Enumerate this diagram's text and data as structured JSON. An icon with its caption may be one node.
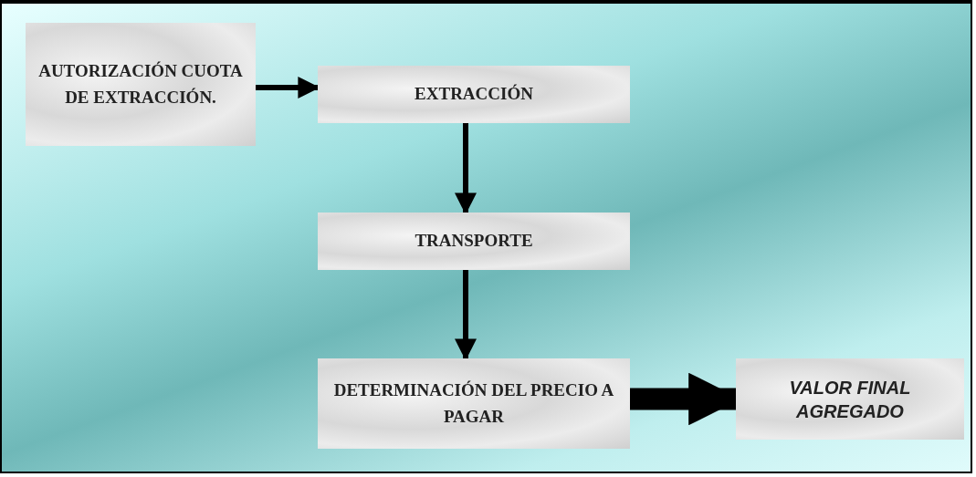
{
  "diagram": {
    "nodes": [
      {
        "text": [
          "AUTORIZACIÓN CUOTA DE EXTRACCIÓN."
        ]
      },
      {
        "text": [
          "EXTRACCIÓN"
        ]
      },
      {
        "text": [
          "TRANSPORTE"
        ]
      },
      {
        "text": [
          "DETERMINACIÓN DEL PRECIO A PAGAR"
        ]
      },
      {
        "text": [
          "VALOR FINAL AGREGADO"
        ]
      }
    ],
    "edges": [
      {
        "from": 0,
        "to": 1,
        "arrow": "to"
      },
      {
        "from": 1,
        "to": 2,
        "arrow": "to"
      },
      {
        "from": 2,
        "to": 3,
        "arrow": "to"
      },
      {
        "from": 3,
        "to": 4,
        "arrow": "to",
        "style": "thick"
      }
    ]
  }
}
